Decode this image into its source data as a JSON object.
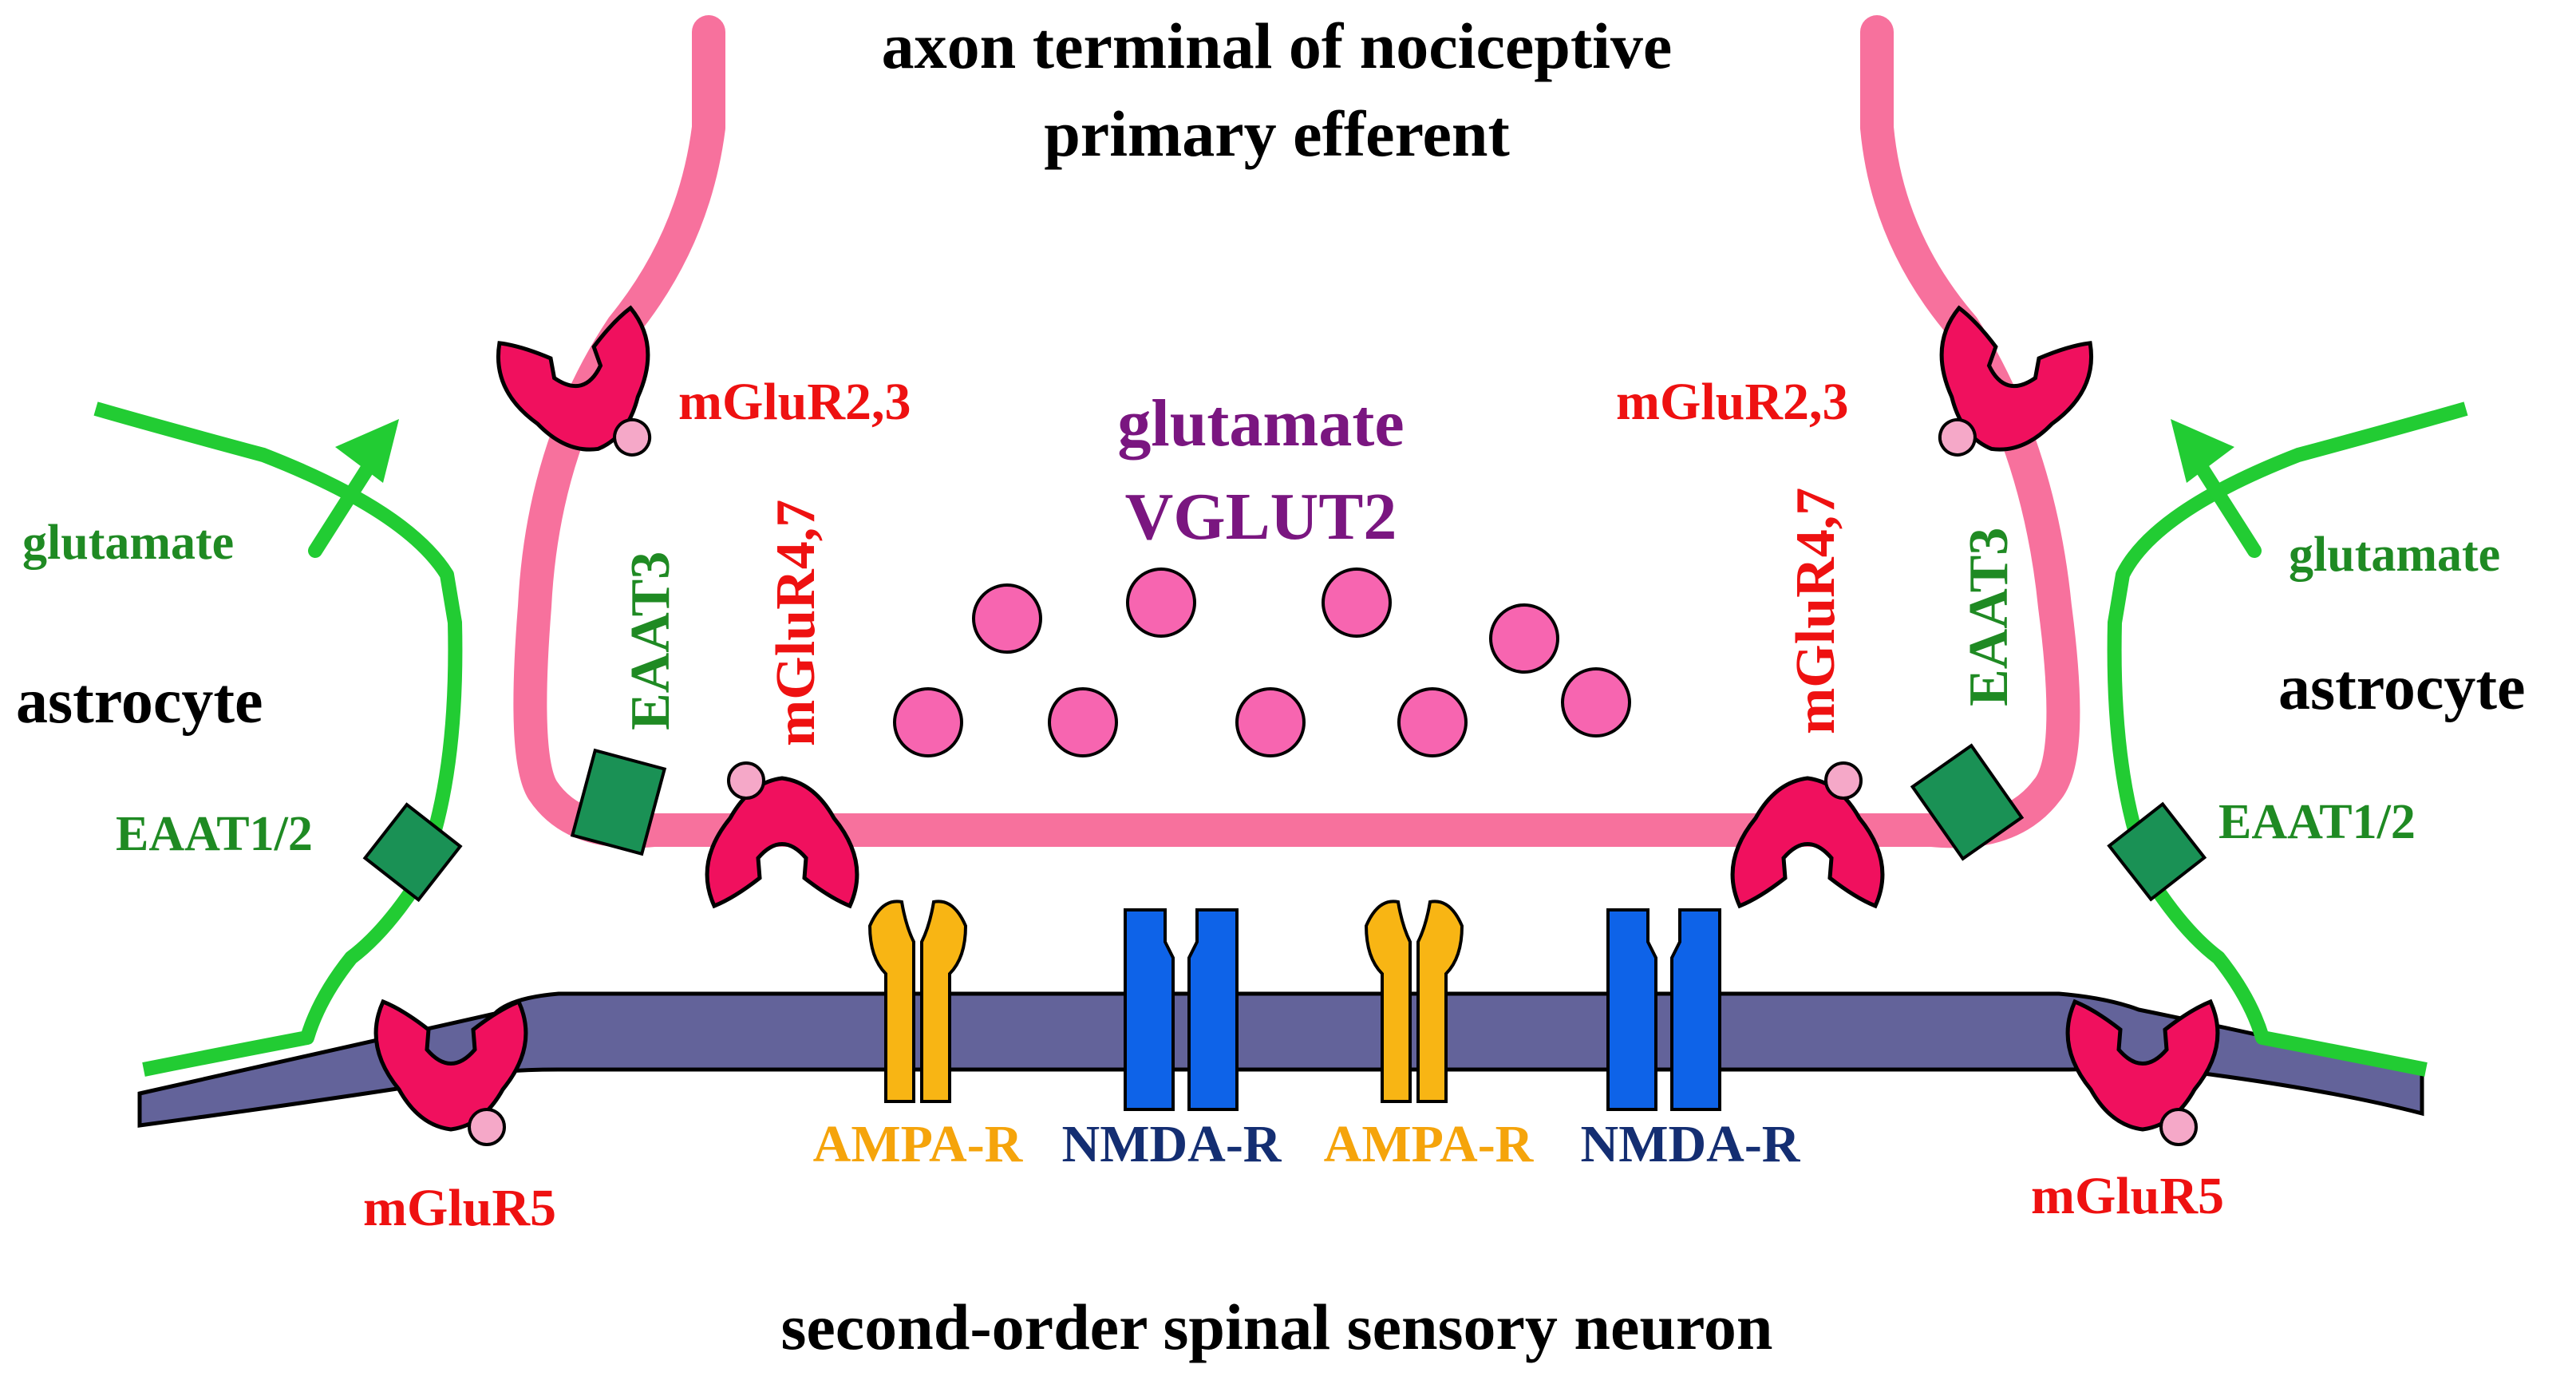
{
  "title": {
    "line1": "axon terminal of nociceptive",
    "line2": "primary efferent"
  },
  "vesicle_labels": {
    "line1": "glutamate",
    "line2": "VGLUT2"
  },
  "astrocyte": {
    "left_label": "astrocyte",
    "right_label": "astrocyte",
    "glutamate_left": "glutamate",
    "glutamate_right": "glutamate"
  },
  "receptors": {
    "mglur23_left": "mGluR2,3",
    "mglur23_right": "mGluR2,3",
    "mglur47_left": "mGluR4,7",
    "mglur47_right": "mGluR4,7",
    "eaat3_left": "EAAT3",
    "eaat3_right": "EAAT3",
    "eaat12_left": "EAAT1/2",
    "eaat12_right": "EAAT1/2",
    "mglur5_left": "mGluR5",
    "mglur5_right": "mGluR5",
    "ampa_1": "AMPA-R",
    "nmda_1": "NMDA-R",
    "ampa_2": "AMPA-R",
    "nmda_2": "NMDA-R"
  },
  "footer": "second-order spinal sensory neuron",
  "colors": {
    "axon": "#f7719d",
    "astrocyte": "#22cc33",
    "neuron": "#63639a",
    "mglur": "#f0105e",
    "mglur_ligand": "#f5a8c8",
    "vesicle": "#f765b0",
    "eaat": "#1a9155",
    "ampa": "#f8b514",
    "nmda": "#0e63e8",
    "text_red": "#ee1111",
    "text_green": "#1f8a23",
    "text_purple": "#7a1680",
    "text_orange": "#f5a40b",
    "text_navy": "#142e72",
    "text_black": "#000000"
  }
}
